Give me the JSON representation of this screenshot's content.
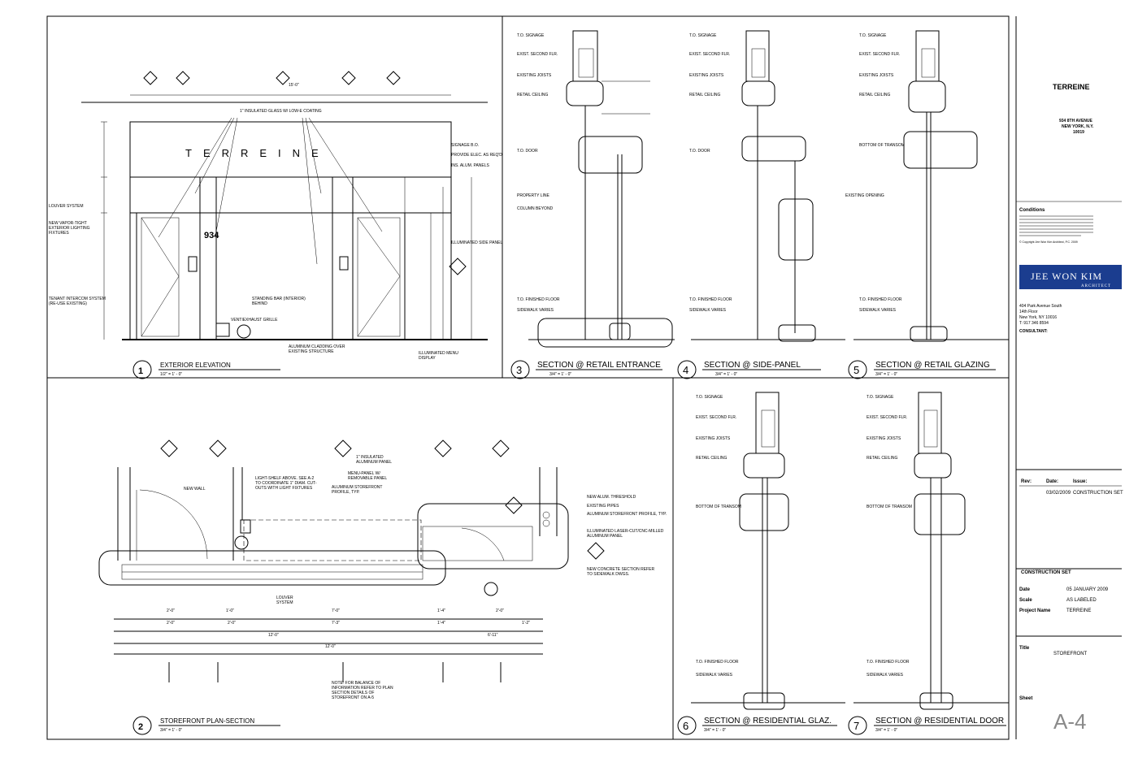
{
  "project": {
    "name": "TERREINE",
    "address_line1": "934 8TH AVENUE",
    "address_line2": "NEW YORK, N.Y.",
    "address_line3": "10019"
  },
  "conditions": {
    "heading": "Conditions",
    "copyright": "© Copyright Jee Won Kim Architect, P.C. 2009"
  },
  "firm": {
    "logo_name": "JEE WON KIM",
    "logo_sub": "ARCHITECT",
    "address1": "404 Park Avenue South",
    "address2": "14th Floor",
    "address3": "New York, NY 10016",
    "phone": "T: 917 346 8594",
    "consultants": "CONSULTANT:"
  },
  "revisions": {
    "headers": [
      "Rev:",
      "Date:",
      "Issue:"
    ],
    "rows": [
      [
        "",
        "03/02/2009",
        "CONSTRUCTION SET"
      ]
    ]
  },
  "titleblock": {
    "set_name": "CONSTRUCTION SET",
    "date_label": "Date",
    "date_value": "05 JANUARY 2009",
    "scale_label": "Scale",
    "scale_value": "AS LABELED",
    "project_label": "Project Name",
    "project_value": "TERREINE",
    "title_label": "Title",
    "title_value": "STOREFRONT",
    "sheet_label": "Sheet",
    "sheet_value": "A-4"
  },
  "details": [
    {
      "num": "1",
      "title": "EXTERIOR ELEVATION",
      "scale": "1/2\" = 1' - 0\""
    },
    {
      "num": "2",
      "title": "STOREFRONT PLAN-SECTION",
      "scale": "3/4\" = 1' - 0\""
    },
    {
      "num": "3",
      "title": "SECTION @ RETAIL ENTRANCE",
      "scale": "3/4\" = 1' - 0\""
    },
    {
      "num": "4",
      "title": "SECTION @ SIDE-PANEL",
      "scale": "3/4\" = 1' - 0\""
    },
    {
      "num": "5",
      "title": "SECTION @ RETAIL GLAZING",
      "scale": "3/4\" = 1' - 0\""
    },
    {
      "num": "6",
      "title": "SECTION @ RESIDENTIAL GLAZ.",
      "scale": "3/4\" = 1' - 0\""
    },
    {
      "num": "7",
      "title": "SECTION @ RESIDENTIAL DOOR",
      "scale": "3/4\" = 1' - 0\""
    }
  ],
  "elevation": {
    "sign_text": "TERREINE",
    "street_number": "934",
    "notes_top": "1\" INSULATED GLASS W/ LOW-E COATING",
    "notes_right": [
      "SIGNAGE B.O.",
      "PROVIDE ELEC. AS REQ'D",
      "INS. ALUM. PANELS",
      "ILLUMINATED SIDE PANEL"
    ],
    "notes_left": [
      "LOUVER SYSTEM",
      "NEW VAPOR-TIGHT EXTERIOR LIGHTING FIXTURES",
      "TENANT INTERCOM SYSTEM (RE-USE EXISTING)"
    ],
    "notes_bottom": [
      "STANDING BAR (INTERIOR) BEHIND",
      "VENTIEXHAUST GRILLE",
      "ALUMINUM CLADDING OVER EXISTING STRUCTURE",
      "ILLUMINATED MENU DISPLAY"
    ],
    "overall_dim": "15'-0\""
  },
  "plan": {
    "notes": [
      "NEW WALL",
      "LIGHT-SHELF ABOVE. SEE A-2 TO COORDINATE 1\" DIAM. CUT-OUTS WITH LIGHT FIXTURES",
      "1\" INSULATED ALUMINUM PANEL",
      "MENU-PANEL W/ REMOVABLE PANEL",
      "ALUMINUM STOREFRONT PROFILE, TYP.",
      "NEW ALUM. THRESHOLD",
      "EXISTING PIPES",
      "ALUMINUM STOREFRONT PROFILE, TYP.",
      "ILLUMINATED LASER-CUT/CNC-MILLED ALUMINUM PANEL",
      "NEW CONCRETE SECTION REFER TO SIDEWALK DWGS.",
      "LOUVER SYSTEM"
    ],
    "note_bottom": "NOTE: FOR BALANCE OF INFORMATION REFER TO PLAN SECTION DETAILS OF STOREFRONT ON A-5",
    "dims_row1": [
      "2'-0\"",
      "1'-0\"",
      "7'-0\"",
      "1'-4\"",
      "2'-0\""
    ],
    "dims_row2": [
      "2'-0\"",
      "2'-0\"",
      "7'-3\"",
      "1'-4\"",
      "1'-2\""
    ],
    "dims_row3": [
      "12'-0\"",
      "6'-11\""
    ],
    "dims_total": "12'-0\""
  },
  "section_labels": {
    "levels": [
      "T.O. SIGNAGE",
      "EXIST. SECOND FLR.",
      "EXISTING JOISTS",
      "RETAIL CEILING",
      "T.O. DOOR",
      "T.O. FINISHED FLOOR",
      "SIDEWALK VARIES"
    ],
    "other": [
      "PROPERTY LINE",
      "COLUMN BEYOND",
      "BOTTOM OF TRANSOM",
      "EXISTING OPENING"
    ]
  }
}
